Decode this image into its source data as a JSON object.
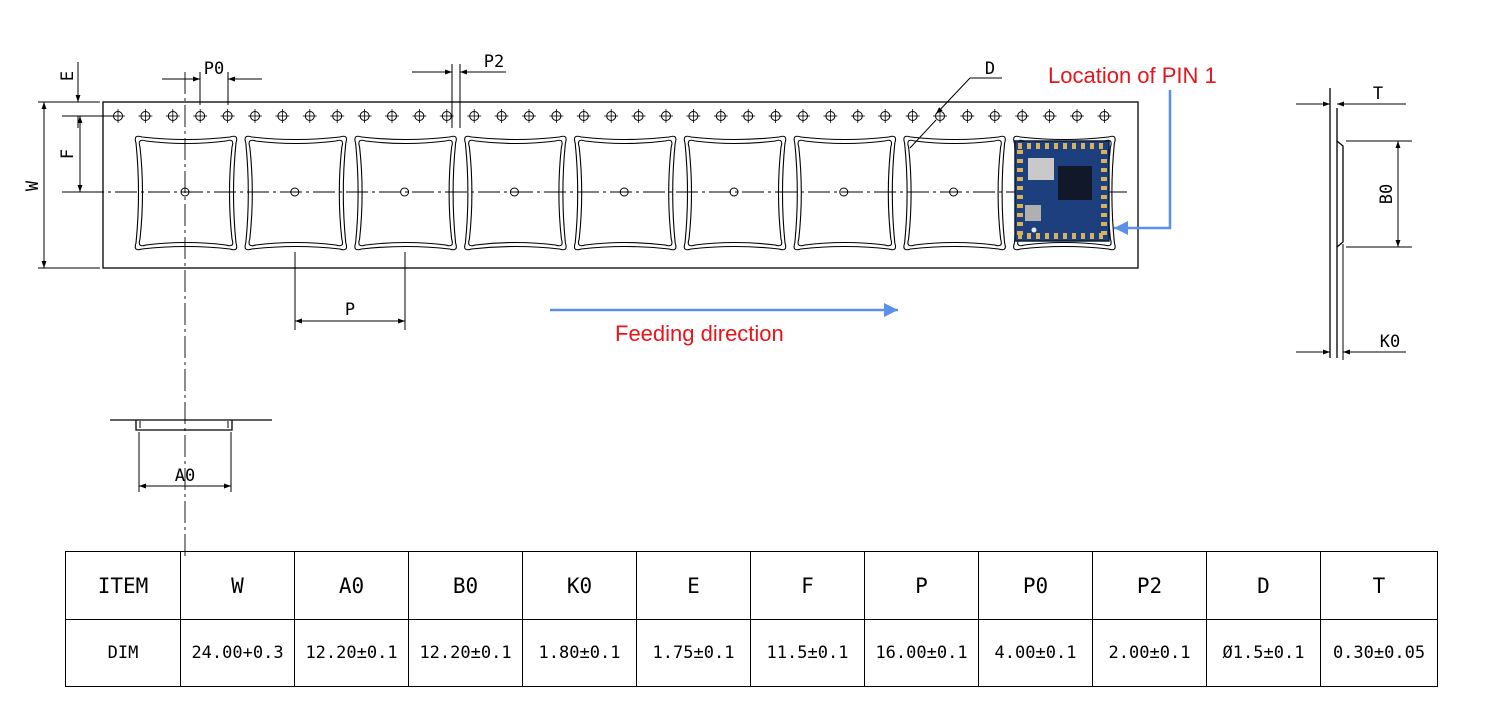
{
  "colors": {
    "line": "#000000",
    "annotation_text": "#e8141b",
    "arrow": "#5b8fe8",
    "pcb": "#1d3f7e"
  },
  "labels": {
    "E": "E",
    "P0": "P0",
    "P2": "P2",
    "D": "D",
    "F": "F",
    "W": "W",
    "P": "P",
    "A0": "A0",
    "T": "T",
    "B0": "B0",
    "K0": "K0"
  },
  "annotations": {
    "pin1": "Location of PIN 1",
    "feed": "Feeding direction"
  },
  "table": {
    "header": [
      "ITEM",
      "W",
      "A0",
      "B0",
      "K0",
      "E",
      "F",
      "P",
      "P0",
      "P2",
      "D",
      "T"
    ],
    "values": [
      "DIM",
      "24.00+0.3",
      "12.20±0.1",
      "12.20±0.1",
      "1.80±0.1",
      "1.75±0.1",
      "11.5±0.1",
      "16.00±0.1",
      "4.00±0.1",
      "2.00±0.1",
      "Ø1.5±0.1",
      "0.30±0.05"
    ]
  }
}
